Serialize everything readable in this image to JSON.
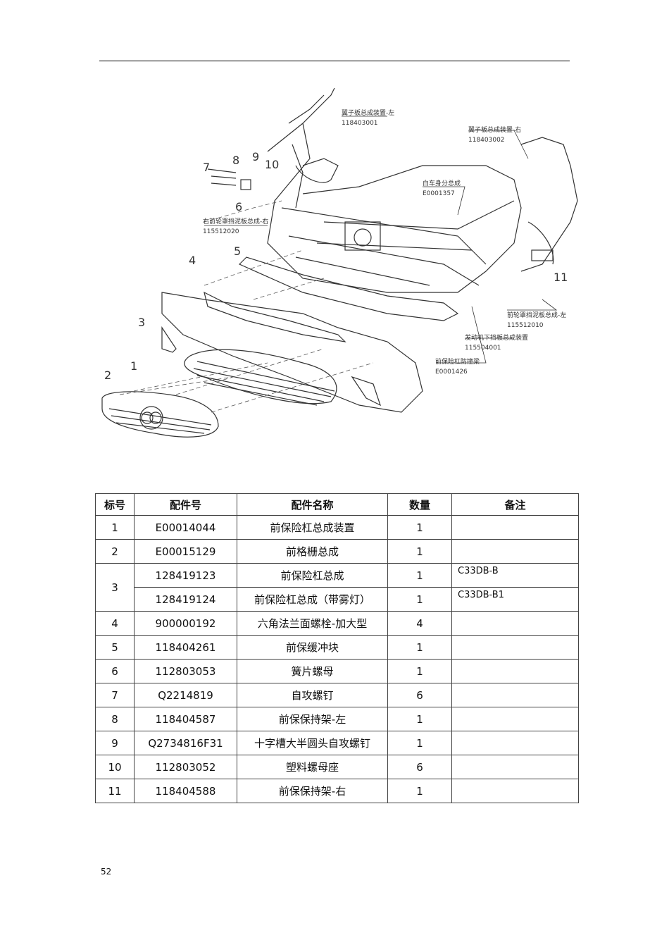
{
  "diagram": {
    "callout_numbers": [
      "1",
      "2",
      "3",
      "4",
      "5",
      "6",
      "7",
      "8",
      "9",
      "10",
      "11"
    ],
    "labels": [
      {
        "name": "翼子板总成装置-左",
        "code": "118403001"
      },
      {
        "name": "翼子板总成装置-右",
        "code": "118403002"
      },
      {
        "name": "白车身分总成",
        "code": "E0001357"
      },
      {
        "name": "右前轮罩挡泥板总成-右",
        "code": "115512020"
      },
      {
        "name": "前轮罩挡泥板总成-左",
        "code": "115512010"
      },
      {
        "name": "发动机下挡板总成装置",
        "code": "115504001"
      },
      {
        "name": "前保险杠防撞梁",
        "code": "E0001426"
      }
    ]
  },
  "table": {
    "headers": [
      "标号",
      "配件号",
      "配件名称",
      "数量",
      "备注"
    ],
    "rows": [
      {
        "no": "1",
        "part": "E00014044",
        "name": "前保险杠总成装置",
        "qty": "1",
        "note": ""
      },
      {
        "no": "2",
        "part": "E00015129",
        "name": "前格栅总成",
        "qty": "1",
        "note": ""
      },
      {
        "no": "3",
        "part": "128419123",
        "name": "前保险杠总成",
        "qty": "1",
        "note": "C33DB-B"
      },
      {
        "no": "",
        "part": "128419124",
        "name": "前保险杠总成（带雾灯）",
        "qty": "1",
        "note": "C33DB-B1"
      },
      {
        "no": "4",
        "part": "900000192",
        "name": "六角法兰面螺栓-加大型",
        "qty": "4",
        "note": ""
      },
      {
        "no": "5",
        "part": "118404261",
        "name": "前保缓冲块",
        "qty": "1",
        "note": ""
      },
      {
        "no": "6",
        "part": "112803053",
        "name": "簧片螺母",
        "qty": "1",
        "note": ""
      },
      {
        "no": "7",
        "part": "Q2214819",
        "name": "自攻螺钉",
        "qty": "6",
        "note": ""
      },
      {
        "no": "8",
        "part": "118404587",
        "name": "前保保持架-左",
        "qty": "1",
        "note": ""
      },
      {
        "no": "9",
        "part": "Q2734816F31",
        "name": "十字槽大半圆头自攻螺钉",
        "qty": "1",
        "note": ""
      },
      {
        "no": "10",
        "part": "112803052",
        "name": "塑料螺母座",
        "qty": "6",
        "note": ""
      },
      {
        "no": "11",
        "part": "118404588",
        "name": "前保保持架-右",
        "qty": "1",
        "note": ""
      }
    ]
  },
  "page_number": "52"
}
